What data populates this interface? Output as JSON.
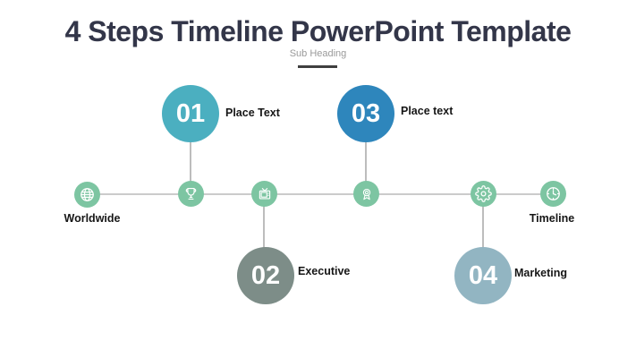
{
  "slide": {
    "title": "4 Steps Timeline PowerPoint Template",
    "subtitle": "Sub Heading"
  },
  "colors": {
    "title_text": "#333649",
    "subtitle_text": "#9a9a9a",
    "underline": "#3f3f3f",
    "axis_line": "#cbcbcb",
    "connector_line": "#bdbdbd",
    "node_green": "#7dc5a2",
    "label_text": "#161616",
    "step1": "#4bafc0",
    "step2": "#7d8d88",
    "step3": "#2e86bc",
    "step4": "#92b5c2"
  },
  "timeline": {
    "nodes": [
      {
        "icon": "globe-icon",
        "label": "Worldwide"
      },
      {
        "icon": "trophy-icon",
        "label": ""
      },
      {
        "icon": "tv-icon",
        "label": ""
      },
      {
        "icon": "medal-icon",
        "label": ""
      },
      {
        "icon": "gear-icon",
        "label": ""
      },
      {
        "icon": "clock-icon",
        "label": "Timeline"
      }
    ]
  },
  "steps": [
    {
      "number": "01",
      "label": "Place Text",
      "color": "#4bafc0",
      "position": "above"
    },
    {
      "number": "02",
      "label": "Executive",
      "color": "#7d8d88",
      "position": "below"
    },
    {
      "number": "03",
      "label": "Place text",
      "color": "#2e86bc",
      "position": "above"
    },
    {
      "number": "04",
      "label": "Marketing",
      "color": "#92b5c2",
      "position": "below"
    }
  ]
}
